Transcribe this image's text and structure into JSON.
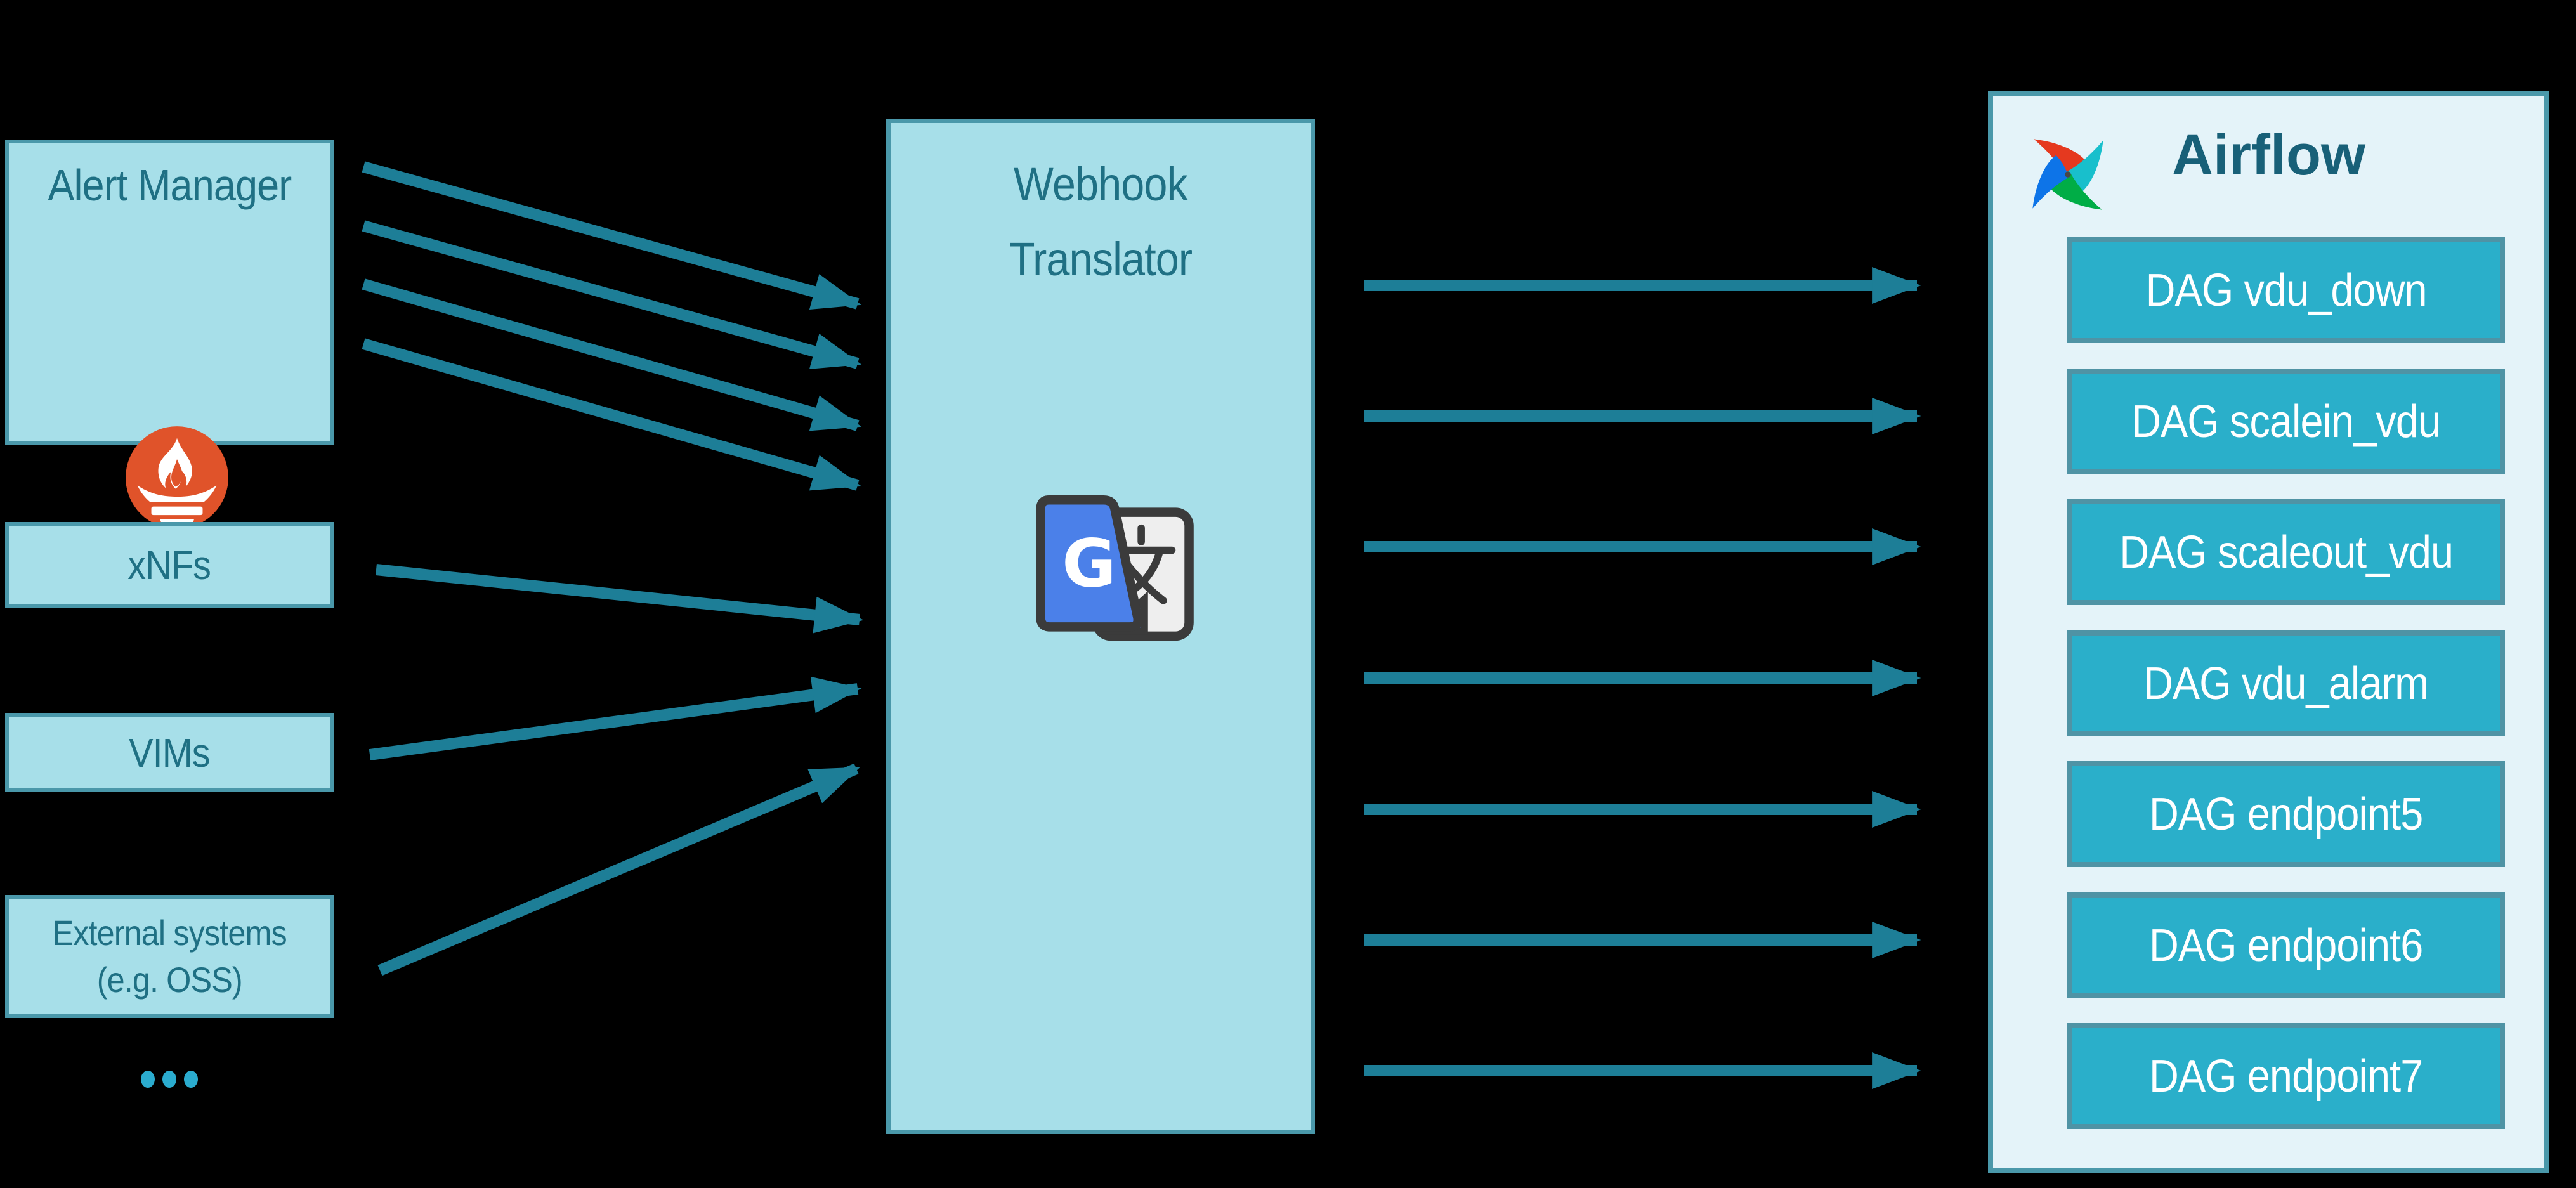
{
  "sources": [
    {
      "label": "Alert Manager",
      "icon": "prometheus-flame-icon"
    },
    {
      "label": "xNFs"
    },
    {
      "label": "VIMs"
    },
    {
      "label": "External systems",
      "label_line2": "(e.g. OSS)"
    }
  ],
  "more_sources_ellipsis": "...",
  "translator": {
    "title_line1": "Webhook",
    "title_line2": "Translator",
    "icon": "google-translate-icon",
    "g_letter": "G"
  },
  "airflow": {
    "title": "Airflow",
    "icon": "airflow-pinwheel-icon",
    "dags": [
      {
        "label": "DAG vdu_down"
      },
      {
        "label": "DAG scalein_vdu"
      },
      {
        "label": "DAG scaleout_vdu"
      },
      {
        "label": "DAG vdu_alarm"
      },
      {
        "label": "DAG endpoint5"
      },
      {
        "label": "DAG endpoint6"
      },
      {
        "label": "DAG endpoint7"
      }
    ]
  },
  "colors": {
    "bg": "#000000",
    "box-fill": "#a7dfe9",
    "box-border": "#4a98aa",
    "airflow-fill": "#e4f3f9",
    "label-teal": "#1f7084",
    "airflow-title": "#186078",
    "arrow": "#1d7e97",
    "dag-fill": "#2aafca",
    "dag-border": "#4f93a5",
    "dag-text": "#ffffff",
    "dots": "#2baccf",
    "prom-orange": "#e0532a",
    "gt-blue": "#4b80e9",
    "gt-grey": "#eeeeee",
    "gt-outline": "#3b3b3b",
    "gt-fold": "#3f63c9",
    "logo-red": "#e5391f",
    "logo-cyan": "#18bfcc",
    "logo-green": "#00ad46",
    "logo-blue": "#0d74e8"
  }
}
